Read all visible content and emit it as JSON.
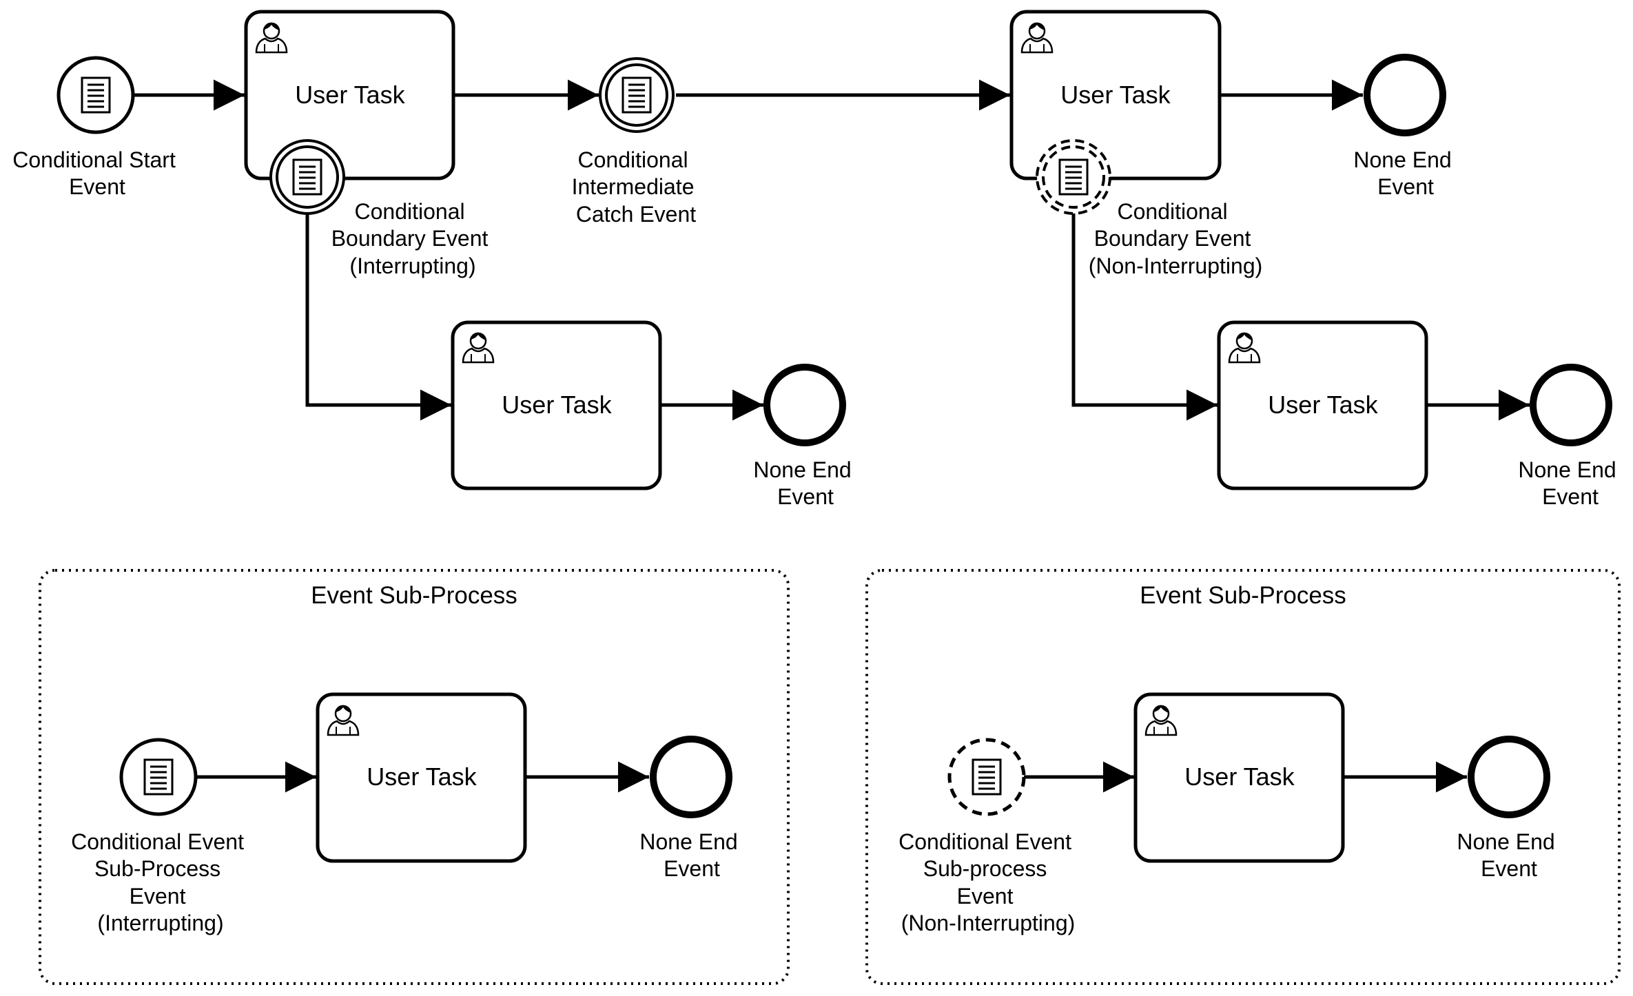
{
  "colors": {
    "stroke": "#000000",
    "background": "#ffffff"
  },
  "icons": {
    "user": "user-icon",
    "condition": "conditional-document-icon"
  },
  "tasks": [
    {
      "label": "User Task"
    },
    {
      "label": "User Task"
    },
    {
      "label": "User Task"
    },
    {
      "label": "User Task"
    },
    {
      "label": "User Task"
    },
    {
      "label": "User Task"
    }
  ],
  "events": {
    "conditional_start": [
      "Conditional Start",
      "Event"
    ],
    "boundary_interrupting": [
      "Conditional",
      "Boundary Event",
      "(Interrupting)"
    ],
    "intermediate_catch": [
      "Conditional",
      "Intermediate",
      "Catch Event"
    ],
    "boundary_non_interrupting": [
      "Conditional",
      "Boundary Event",
      "(Non-Interrupting)"
    ],
    "end_top_right": [
      "None End",
      "Event"
    ],
    "end_mid_left": [
      "None End",
      "Event"
    ],
    "end_mid_right": [
      "None End",
      "Event"
    ],
    "end_sp_left": [
      "None End",
      "Event"
    ],
    "end_sp_right": [
      "None End",
      "Event"
    ],
    "sp_start_interrupting": [
      "Conditional Event",
      "Sub-Process",
      "Event",
      "(Interrupting)"
    ],
    "sp_start_non_interrupting": [
      "Conditional Event",
      "Sub-process",
      "Event",
      "(Non-Interrupting)"
    ]
  },
  "subprocesses": [
    {
      "title": "Event Sub-Process"
    },
    {
      "title": "Event Sub-Process"
    }
  ]
}
